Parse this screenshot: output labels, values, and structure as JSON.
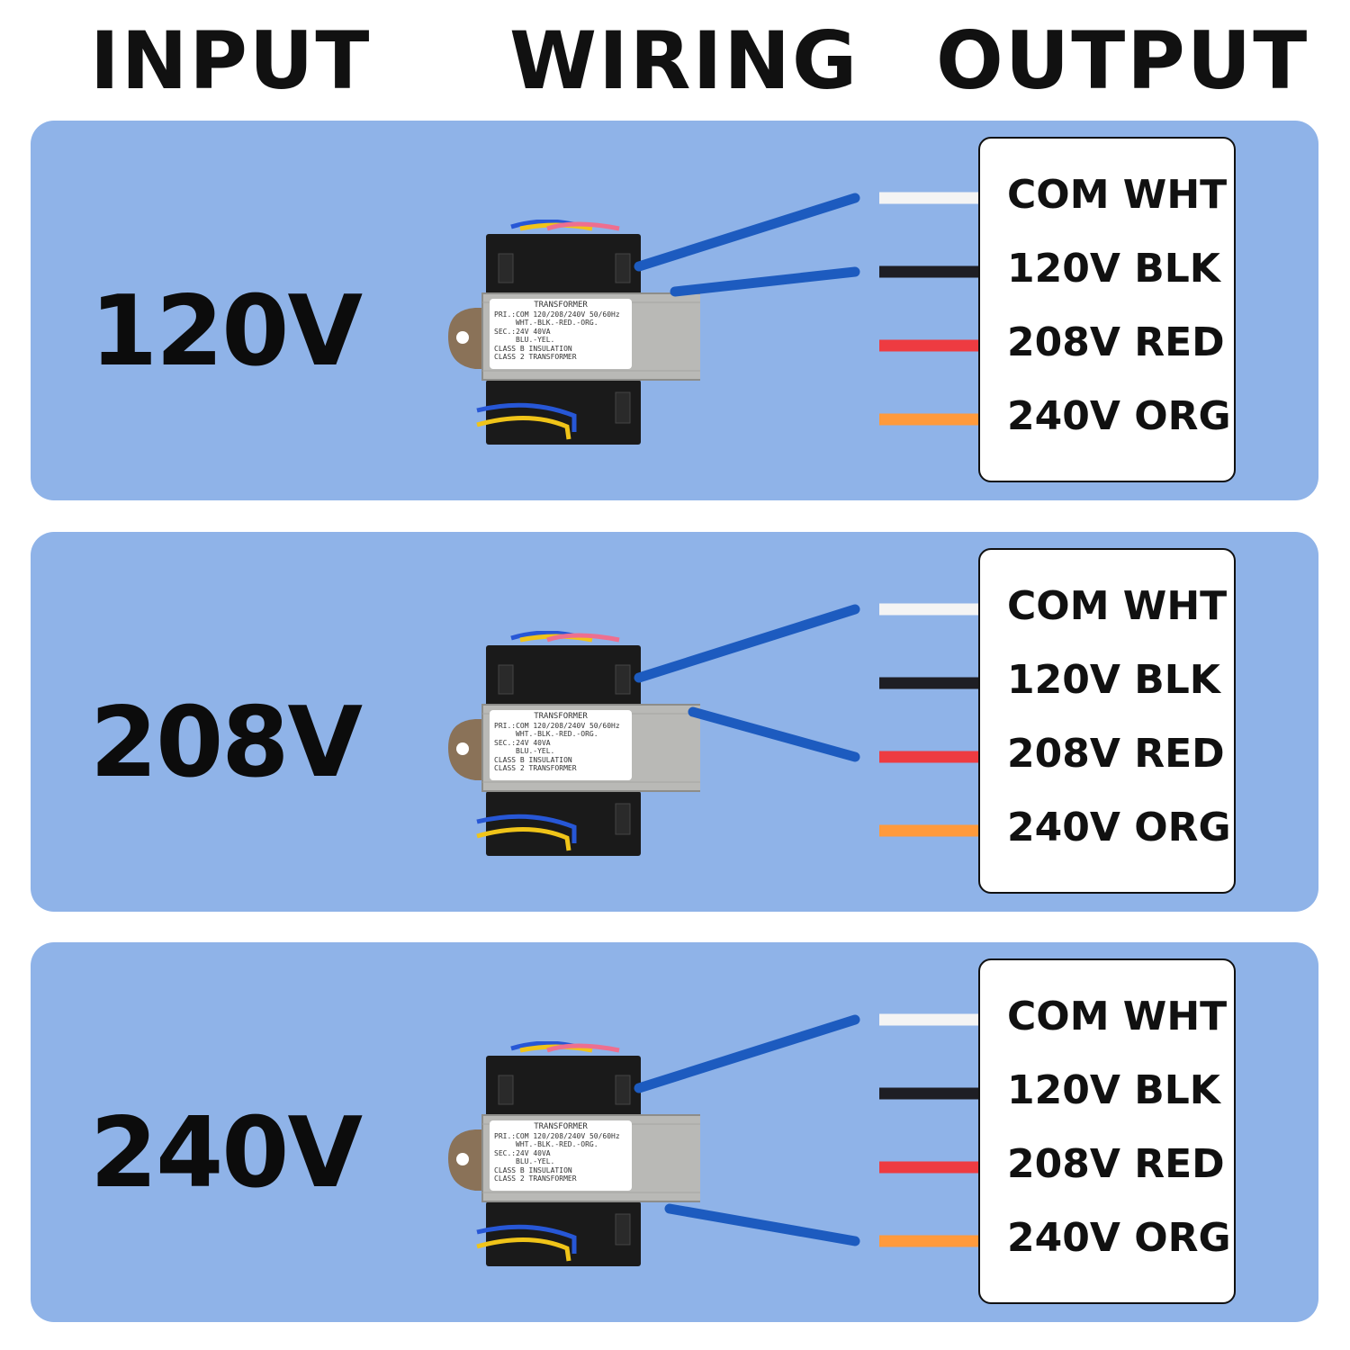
{
  "header": {
    "input": "INPUT",
    "wiring": "WIRING",
    "output": "OUTPUT"
  },
  "transformer_label": [
    "TRANSFORMER",
    "PRI.:COM 120/208/240V 50/60Hz",
    "WHT.-BLK.-RED.-ORG.",
    "SEC.:24V 40VA",
    "BLU.-YEL.",
    "CLASS B INSULATION",
    "CLASS 2 TRANSFORMER"
  ],
  "outputs": [
    "COM WHT",
    "120V BLK",
    "208V RED",
    "240V ORG"
  ],
  "wire_colors": {
    "com": "#f4f4f4",
    "120v": "#1e1e24",
    "208v": "#ee3b41",
    "240v": "#ff9a3c",
    "primary_lead": "#1d5bbf",
    "secondary_blue": "#2757d6",
    "secondary_yellow": "#f0c419"
  },
  "colors": {
    "panel": "#8fb3e8",
    "transformer_core": "#1a1a1a",
    "transformer_bracket": "#b9b9b6"
  },
  "panels": [
    {
      "voltage": "120V",
      "connected": [
        "COM WHT",
        "120V BLK"
      ]
    },
    {
      "voltage": "208V",
      "connected": [
        "COM WHT",
        "208V RED"
      ]
    },
    {
      "voltage": "240V",
      "connected": [
        "COM WHT",
        "240V ORG"
      ]
    }
  ]
}
